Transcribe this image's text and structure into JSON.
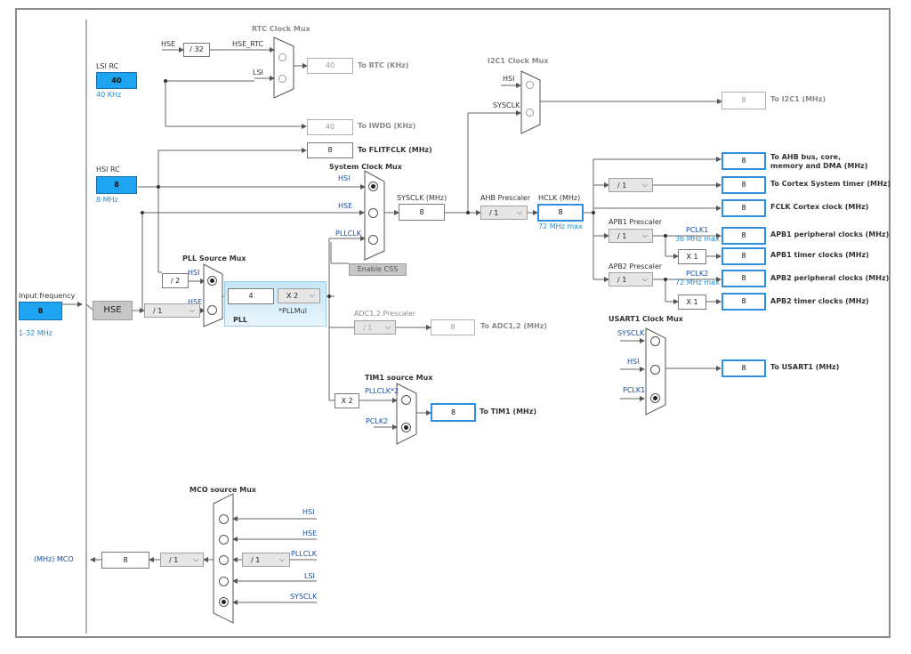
{
  "inputs": {
    "input_freq_label": "Input frequency",
    "input_freq_value": "8",
    "input_freq_range": "1-32 MHz",
    "hse_label": "HSE",
    "lsi_rc_label": "LSI RC",
    "lsi_value": "40",
    "lsi_unit": "40 KHz",
    "hsi_rc_label": "HSI RC",
    "hsi_value": "8",
    "hsi_unit": "8 MHz"
  },
  "rtc": {
    "title": "RTC Clock Mux",
    "hse_label": "HSE",
    "div": "/ 32",
    "hse_rtc": "HSE_RTC",
    "lsi": "LSI",
    "value": "40",
    "out": "To RTC (KHz)"
  },
  "iwdg": {
    "value": "40",
    "out": "To IWDG (KHz)"
  },
  "flitf": {
    "value": "8",
    "out": "To FLITFCLK (MHz)"
  },
  "i2c": {
    "title": "I2C1 Clock Mux",
    "hsi": "HSI",
    "sysclk": "SYSCLK",
    "value": "8",
    "out": "To I2C1 (MHz)"
  },
  "sysmux": {
    "title": "System Clock Mux",
    "hsi": "HSI",
    "hse": "HSE",
    "pllclk": "PLLCLK",
    "enable_css": "Enable CSS",
    "sysclk_label": "SYSCLK (MHz)",
    "sysclk_value": "8"
  },
  "ahb": {
    "label": "AHB Prescaler",
    "value": "/ 1",
    "hclk_label": "HCLK (MHz)",
    "hclk_value": "8",
    "hclk_max": "72 MHz max"
  },
  "pllsrc": {
    "title": "PLL Source Mux",
    "hsi": "HSI",
    "hse": "HSE",
    "div2": "/ 2",
    "hse_div": "/ 1"
  },
  "pll": {
    "label": "PLL",
    "value": "4",
    "mul": "X 2",
    "mul_label": "*PLLMul"
  },
  "adc": {
    "label": "ADC1,2 Prescaler",
    "div": "/ 1",
    "value": "8",
    "out": "To ADC1,2 (MHz)"
  },
  "tim1": {
    "title": "TIM1 source Mux",
    "x2": "X 2",
    "pllclk2": "PLLCLK*2",
    "pclk2": "PCLK2",
    "value": "8",
    "out": "To TIM1 (MHz)"
  },
  "outputs": {
    "ahb_bus": {
      "value": "8",
      "line1": "To AHB bus, core,",
      "line2": "memory and DMA (MHz)"
    },
    "cortex_timer": {
      "div": "/ 1",
      "value": "8",
      "out": "To Cortex System timer (MHz)"
    },
    "fclk": {
      "value": "8",
      "out": "FCLK Cortex clock (MHz)"
    },
    "apb1": {
      "label": "APB1 Prescaler",
      "div": "/ 1",
      "pclk1": "PCLK1",
      "max": "36 MHz max",
      "value": "8",
      "out": "APB1 peripheral clocks (MHz)",
      "timer_mul": "X 1",
      "timer_value": "8",
      "timer_out": "APB1 timer clocks (MHz)"
    },
    "apb2": {
      "label": "APB2 Prescaler",
      "div": "/ 1",
      "pclk2": "PCLK2",
      "max": "72 MHz max",
      "value": "8",
      "out": "APB2 peripheral clocks (MHz)",
      "timer_mul": "X 1",
      "timer_value": "8",
      "timer_out": "APB2 timer clocks (MHz)"
    }
  },
  "usart": {
    "title": "USART1 Clock Mux",
    "sysclk": "SYSCLK",
    "hsi": "HSI",
    "pclk1": "PCLK1",
    "value": "8",
    "out": "To USART1 (MHz)"
  },
  "mco": {
    "title": "MCO source Mux",
    "hsi": "HSI",
    "hse": "HSE",
    "pllclk": "PLLCLK",
    "lsi": "LSI",
    "sysclk": "SYSCLK",
    "pll_div": "/ 1",
    "div": "/ 1",
    "value": "8",
    "label": "(MHz) MCO"
  },
  "colors": {
    "accent": "#1ea4f0",
    "blue_label": "#1a4fa0",
    "pll_bg": "#c6e6f8"
  }
}
